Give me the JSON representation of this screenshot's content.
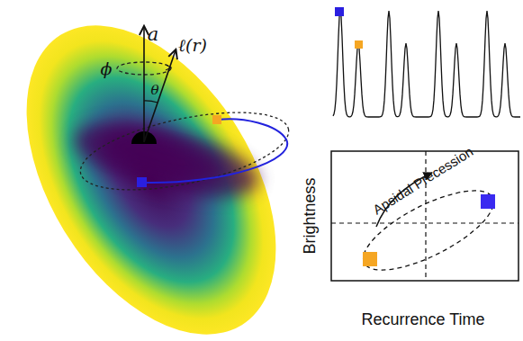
{
  "diagram": {
    "labels": [
      "a",
      "ℓ(r)",
      "ϕ",
      "θ",
      "Apsidal Precession",
      "Brightness",
      "Recurrence Time"
    ]
  }
}
